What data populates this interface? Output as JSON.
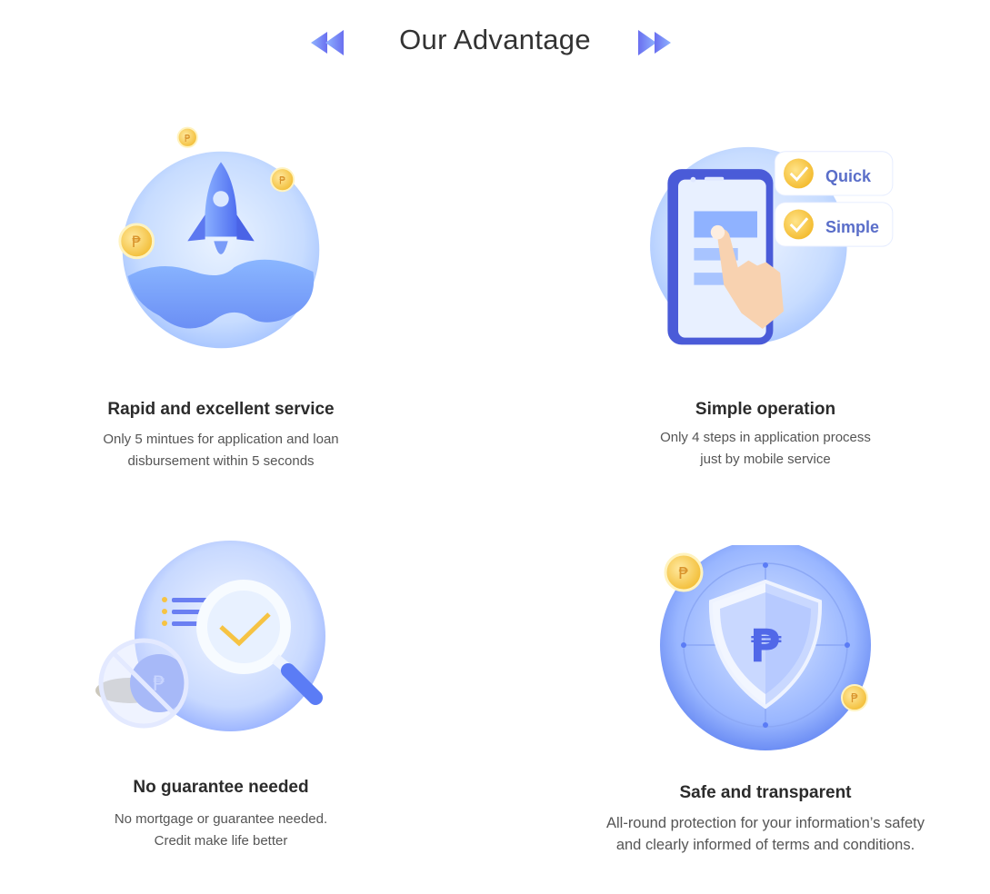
{
  "header": {
    "title": "Our Advantage",
    "prev_icon": "double-chevron-left-icon",
    "next_icon": "double-chevron-right-icon"
  },
  "colors": {
    "accent_blue": "#5b7cf5",
    "light_blue": "#b9d3ff",
    "coin_gold": "#f6c343",
    "title_text": "#2b2b2b",
    "desc_text": "#555555"
  },
  "advantages": [
    {
      "icon": "rocket-icon",
      "title": "Rapid and excellent service",
      "desc_lines": [
        "Only 5  mintues for application and loan",
        "disbursement within 5 seconds"
      ]
    },
    {
      "icon": "phone-tap-icon",
      "title": "Simple operation",
      "desc_lines": [
        "Only 4 steps in application process",
        "just by mobile service"
      ],
      "badges": [
        "Quick",
        "Simple"
      ]
    },
    {
      "icon": "magnifier-check-icon",
      "title": "No guarantee needed",
      "desc_lines": [
        "No mortgage or guarantee needed.",
        "Credit make life better"
      ],
      "coin_symbol": "₱"
    },
    {
      "icon": "shield-peso-icon",
      "title": "Safe and transparent",
      "desc_lines": [
        "All-round protection for your information’s safety",
        "and clearly informed of terms and conditions."
      ],
      "coin_symbol": "₱"
    }
  ]
}
